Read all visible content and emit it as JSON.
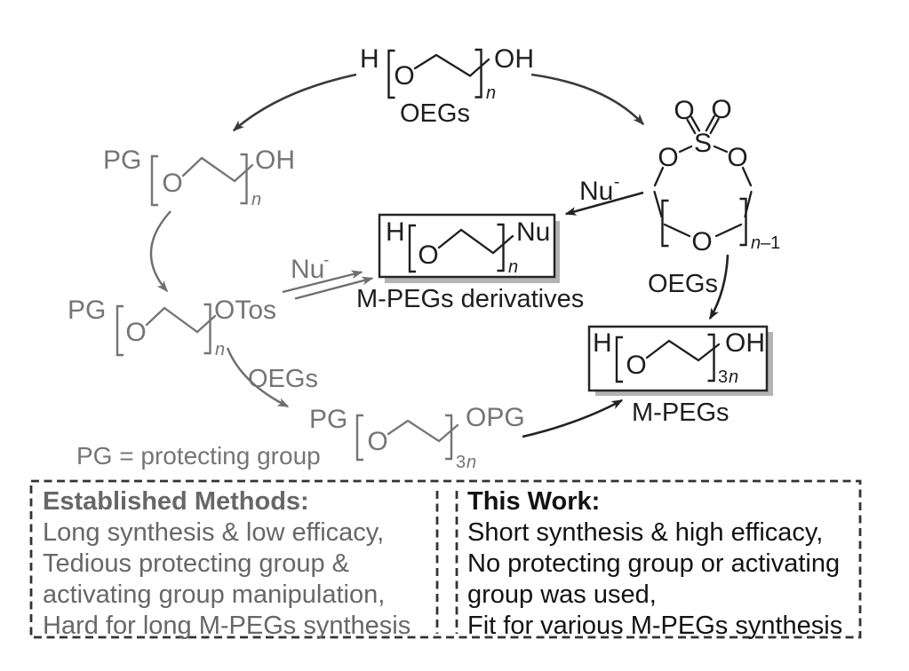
{
  "figure_type": "chemistry-reaction-scheme",
  "colors": {
    "background": "#ffffff",
    "black_structures": "#1e1e1e",
    "gray_structures": "#757575",
    "dark_arrows": "#3b3b3b",
    "gray_arrows": "#6f6f6f",
    "box_shadow": "#b4b4b4",
    "panel_border": "#333333",
    "panel_left_text": "#676767",
    "panel_right_text": "#131313"
  },
  "top_oeg": {
    "h": "H",
    "o": "O",
    "oh": "OH",
    "sub": "n",
    "caption": "OEGs"
  },
  "pg_oh": {
    "pg": "PG",
    "o": "O",
    "end": "OH",
    "sub": "n"
  },
  "pg_otos": {
    "pg": "PG",
    "o": "O",
    "end": "OTos",
    "sub": "n"
  },
  "pg_opg": {
    "pg": "PG",
    "o": "O",
    "end": "OPG",
    "sub_num": "3",
    "sub": "n"
  },
  "note": "PG = protecting group",
  "nu_gray": {
    "main": "Nu",
    "sup": "-"
  },
  "nu_black": {
    "main": "Nu",
    "sup": "-"
  },
  "oegs_gray_arrow_label": "OEGs",
  "oegs_black_arrow_label": "OEGs",
  "deriv_box": {
    "h": "H",
    "o": "O",
    "end": "Nu",
    "sub": "n",
    "caption": "M-PEGs derivatives"
  },
  "mpeg_box": {
    "h": "H",
    "o": "O",
    "end": "OH",
    "sub_num": "3",
    "sub": "n",
    "caption": "M-PEGs"
  },
  "sulfate": {
    "s": "S",
    "o_dbl_left": "O",
    "o_dbl_right": "O",
    "o_ring_left": "O",
    "o_ring_right": "O",
    "o_bottom": "O",
    "sub_n": "n",
    "sub_rest": "–1"
  },
  "panel": {
    "left": {
      "title": "Established Methods:",
      "lines": [
        "Long synthesis & low efficacy,",
        "Tedious protecting group &",
        "activating group manipulation,",
        "Hard for long M-PEGs synthesis"
      ]
    },
    "right": {
      "title": "This Work:",
      "lines": [
        "Short synthesis & high efficacy,",
        "No protecting group or activating",
        "group was used,",
        "Fit for various M-PEGs synthesis"
      ]
    }
  }
}
